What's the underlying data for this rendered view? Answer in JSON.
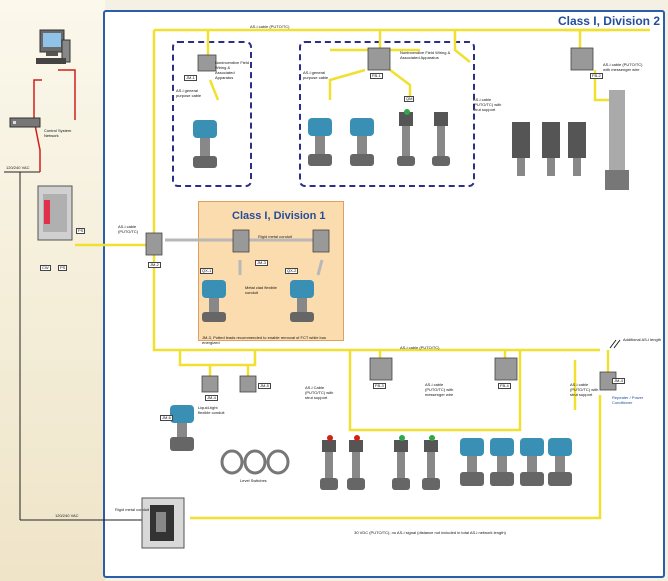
{
  "titles": {
    "division2": "Class I, Division 2",
    "division1": "Class I, Division 1"
  },
  "left": {
    "control_network": "Control System Network",
    "ac_top": "120/240 VAC",
    "ac_bottom": "120/240 VAC",
    "ps_tag": "PS",
    "cw_tag": "CW",
    "ps2_tag": "PS"
  },
  "cables": {
    "top": "AS-i cable (PUTO/TC)",
    "mid": "AS-i cable (PUTO/TC)",
    "left_mid": "AS-i cable (PUTO/TC)",
    "rigid": "Rigid metal conduit",
    "metal_clad": "Metal clad flexible conduit",
    "liquid_tight": "Liquid-tight flexible conduit",
    "rigid_bottom": "Rigid metal conduit",
    "additional": "Additional AS-i length",
    "bottom_note": "30 VDC (PUTO/TC); no AS-i signal (distance not included in total AS-i network length)",
    "div1_note": "JM-3, Potted leads recommended to enable removal of FCT while bus energized"
  },
  "notes": {
    "nonincendive1": "Nonincendive Field Wiring & Associated Apparatus",
    "nonincendive2": "Nonincendive Field Wiring & Associated Apparatus",
    "general1": "AS-i general purpose cable",
    "general2": "AS-i general purpose cable",
    "right_top": "AS-i cable (PUTO/TC) with messenger wire",
    "left_top2": "AS-i cable (PUTO/TC) with strut support",
    "b_strut": "AS-i Cable (PUTO/TC) with strut support",
    "b_messenger": "AS-i cable (PUTO/TC) with messenger wire",
    "b_strut2": "AS-i cable (PUTO/TC) with strut support",
    "repeater": "Repeater / Power Conditioner",
    "level": "Level Switches"
  },
  "tags": {
    "jm1": "JM-1",
    "jm2": "JM-2",
    "jm3": "JM-3",
    "fb1": "FB-1",
    "fb2": "FB-2",
    "fb3": "FB-3",
    "fb4": "FB-4",
    "qm": "QM",
    "qx1": "QX-1",
    "qx2": "QX-2",
    "jm4": "JM-4",
    "jm5": "JM-5",
    "jm6": "JM-6",
    "rp": "JM-4"
  },
  "colors": {
    "border": "#2a5ea8",
    "cable": "#f0e030",
    "div1": "#fbdcae",
    "dash": "#2b2f8a",
    "title": "#244d9c",
    "red": "#d0201a"
  }
}
